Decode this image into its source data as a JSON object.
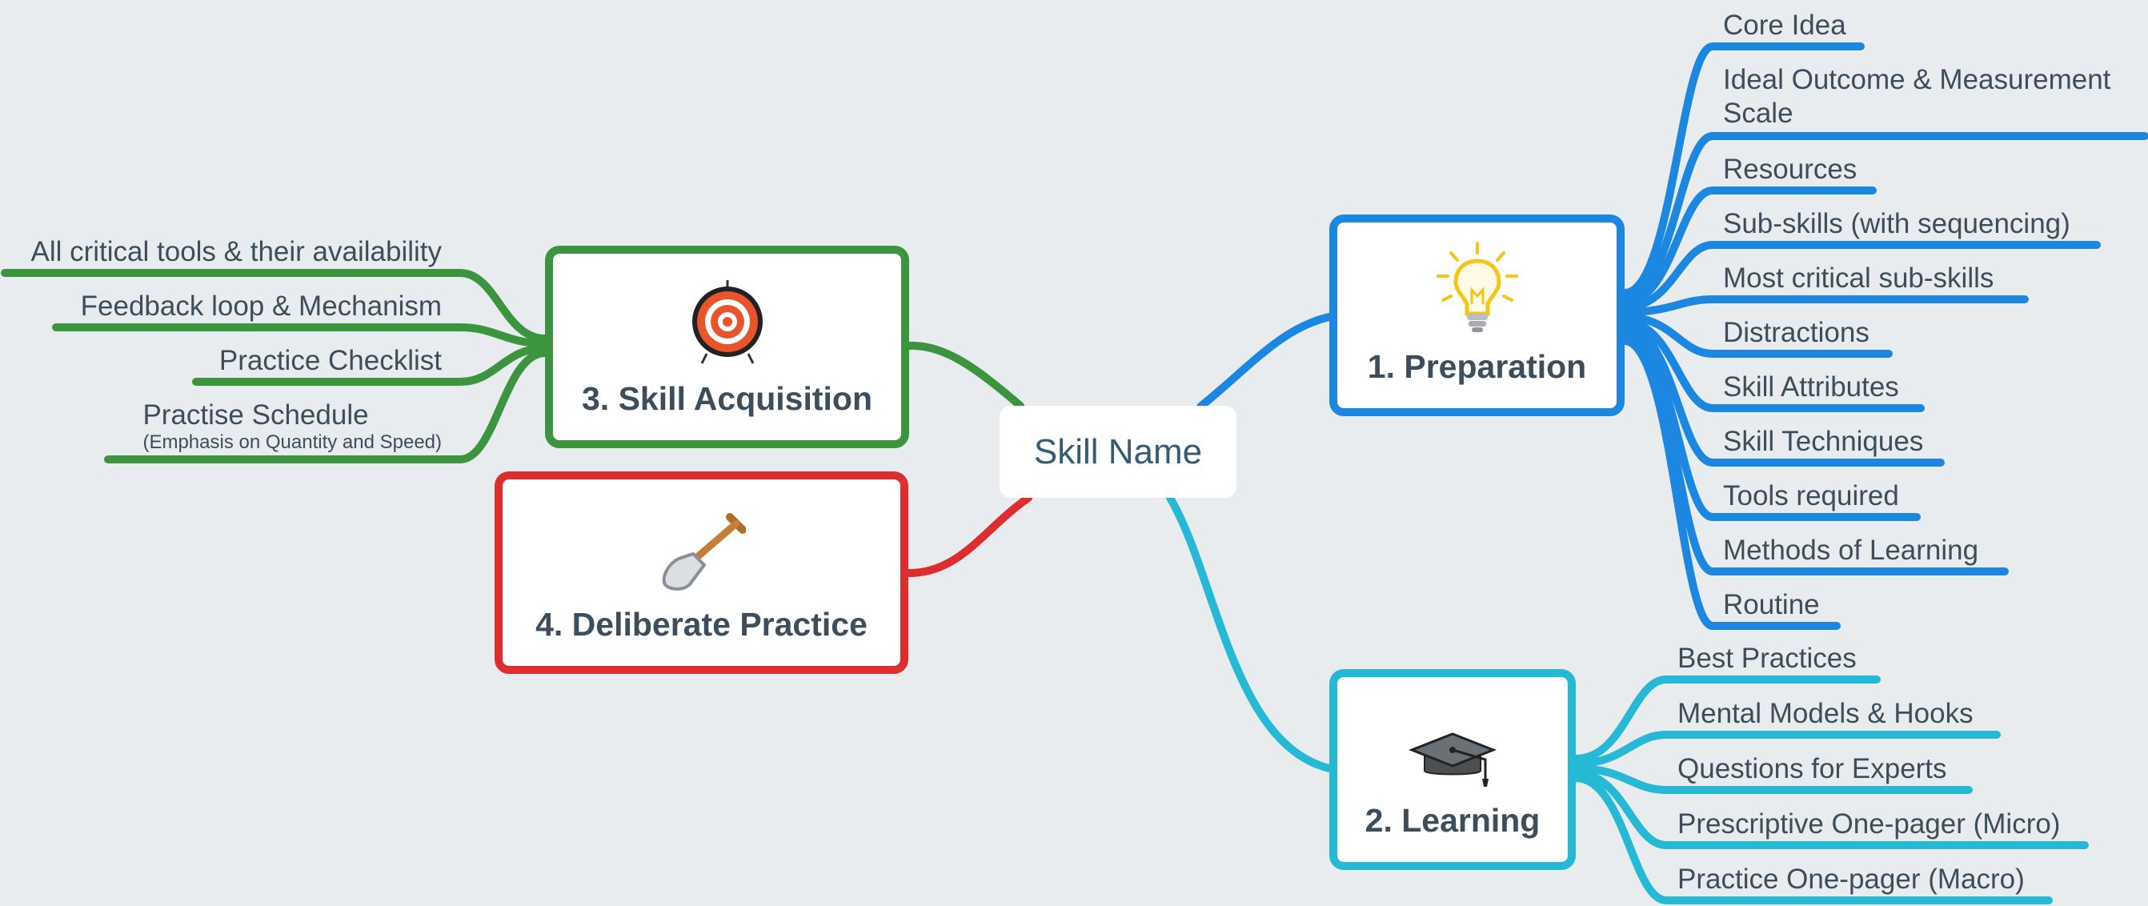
{
  "central": {
    "label": "Skill Name"
  },
  "branches": {
    "preparation": {
      "title": "1. Preparation",
      "icon": "lightbulb-icon",
      "color": "#1b87e0",
      "items": [
        "Core Idea",
        "Ideal Outcome & Measurement",
        "Resources",
        "Sub-skills (with sequencing)",
        "Most critical sub-skills",
        "Distractions",
        "Skill Attributes",
        "Skill Techniques",
        "Tools required",
        "Methods of Learning",
        "Routine"
      ],
      "item1_line2": "Scale"
    },
    "learning": {
      "title": "2. Learning",
      "icon": "graduation-cap-icon",
      "color": "#26b9d6",
      "items": [
        "Best Practices",
        "Mental Models & Hooks",
        "Questions for Experts",
        "Prescriptive One-pager (Micro)",
        "Practice One-pager (Macro)"
      ]
    },
    "acquisition": {
      "title": "3. Skill Acquisition",
      "icon": "target-icon",
      "color": "#3b953f",
      "items": [
        "All critical tools & their availability",
        "Feedback loop & Mechanism",
        "Practice Checklist",
        "Practise Schedule"
      ],
      "item3_note": "(Emphasis on Quantity and Speed)"
    },
    "practice": {
      "title": "4. Deliberate Practice",
      "icon": "shovel-icon",
      "color": "#dd2d2f"
    }
  }
}
